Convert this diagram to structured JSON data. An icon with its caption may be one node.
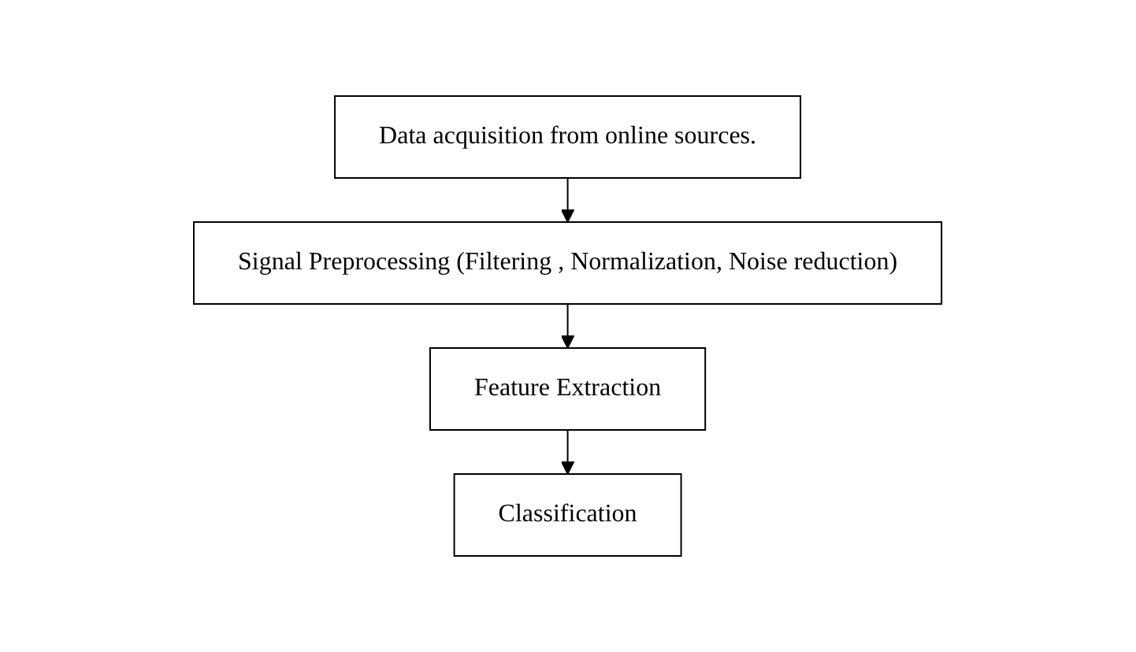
{
  "diagram": {
    "nodes": [
      {
        "text": [
          "Data acquisition from online sources."
        ]
      },
      {
        "text": [
          "Signal Preprocessing (Filtering , Normalization, Noise reduction)"
        ]
      },
      {
        "text": [
          "Feature Extraction"
        ]
      },
      {
        "text": [
          "Classification"
        ]
      }
    ],
    "edges": [
      {
        "from": 0,
        "to": 1,
        "arrow": "to"
      },
      {
        "from": 1,
        "to": 2,
        "arrow": "to"
      },
      {
        "from": 2,
        "to": 3,
        "arrow": "to"
      }
    ]
  }
}
